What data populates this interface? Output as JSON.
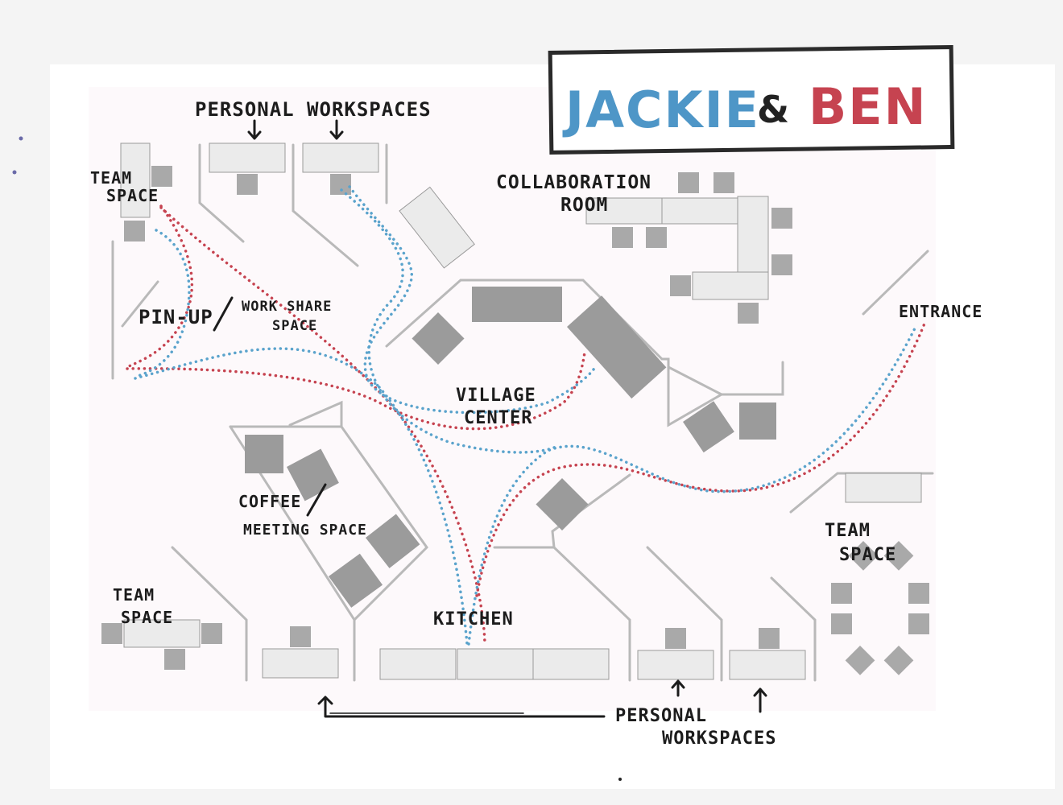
{
  "title": {
    "name_one": "JACKIE",
    "ampersand": "&",
    "name_two": "BEN"
  },
  "labels": {
    "personal_workspaces_top": "PERSONAL WORKSPACES",
    "team_space_top_left_1": "TEAM",
    "team_space_top_left_2": "SPACE",
    "collaboration_room_1": "COLLABORATION",
    "collaboration_room_2": "ROOM",
    "pin_up": "PIN-UP",
    "work_share_1": "WORK SHARE",
    "work_share_2": "SPACE",
    "entrance": "ENTRANCE",
    "village_center_1": "VILLAGE",
    "village_center_2": "CENTER",
    "coffee": "COFFEE",
    "meeting_space": "MEETING SPACE",
    "team_space_right_1": "TEAM",
    "team_space_right_2": "SPACE",
    "team_space_bottom_left_1": "TEAM",
    "team_space_bottom_left_2": "SPACE",
    "kitchen": "KITCHEN",
    "personal_workspaces_bottom_1": "PERSONAL",
    "personal_workspaces_bottom_2": "WORKSPACES"
  },
  "colors": {
    "jackie": "#4e96c7",
    "ben": "#c64350",
    "path_red": "#c64350",
    "path_blue": "#5aa3cc"
  }
}
